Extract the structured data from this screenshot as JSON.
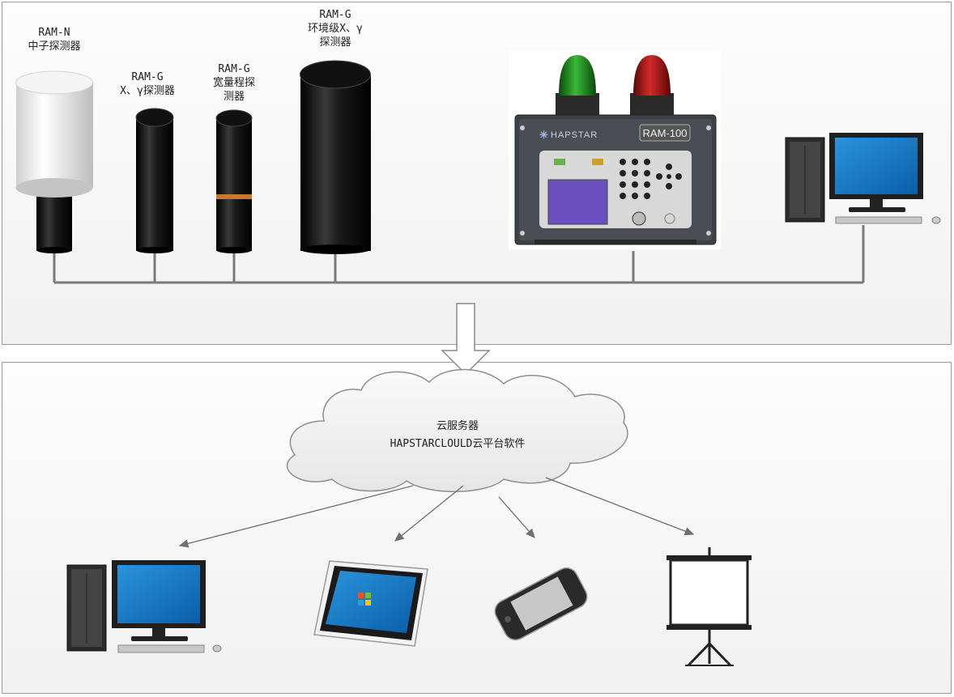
{
  "detectors": [
    {
      "model": "RAM-N",
      "name_lines": [
        "中子探测器"
      ]
    },
    {
      "model": "RAM-G",
      "name_lines": [
        "X、γ探测器"
      ]
    },
    {
      "model": "RAM-G",
      "name_lines": [
        "宽量程探",
        "测器"
      ]
    },
    {
      "model": "RAM-G",
      "name_lines": [
        "环境级X、γ",
        "探测器"
      ]
    }
  ],
  "controller": {
    "brand": "HAPSTAR",
    "model": "RAM-100",
    "lamp_colors": [
      "#2e9e2e",
      "#c82020"
    ]
  },
  "cloud": {
    "line1": "云服务器",
    "line2": "HAPSTARCLOULD云平台软件"
  },
  "clients": [
    "desktop-computer",
    "tablet",
    "smartphone",
    "projector-screen"
  ],
  "colors": {
    "wire": "#7a7a7a",
    "monitor": "#1d7fc8",
    "arrow": "#6e6e6e"
  }
}
